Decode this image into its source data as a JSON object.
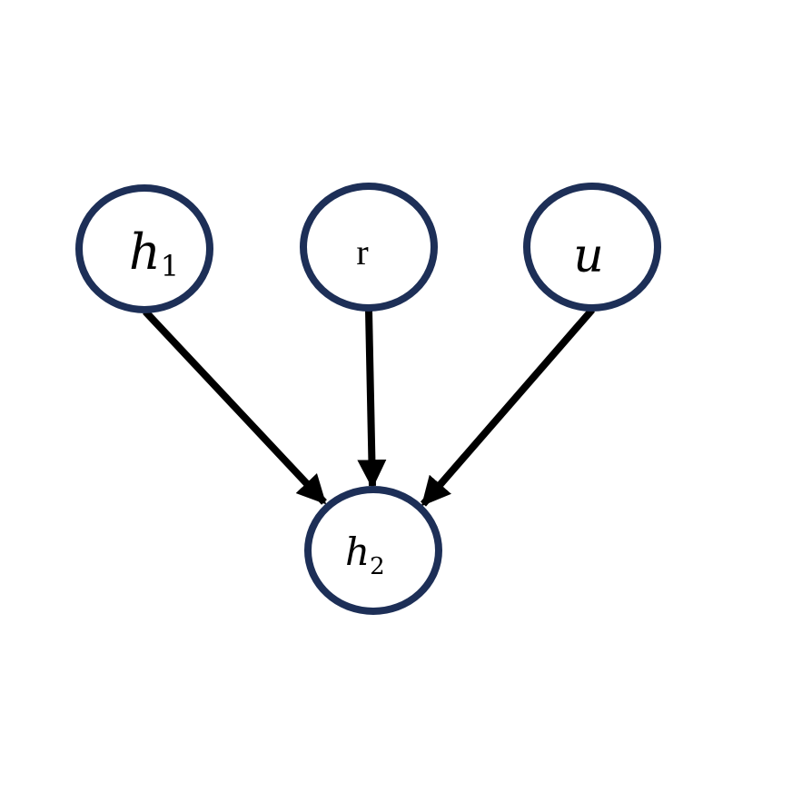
{
  "diagram": {
    "colors": {
      "node_stroke": "#1d2f57",
      "edge_stroke": "#000000",
      "text": "#000000"
    },
    "nodes": {
      "h1": {
        "base": "h",
        "sub": "1"
      },
      "r": {
        "label": "r"
      },
      "u": {
        "label": "u"
      },
      "h2": {
        "base": "h",
        "sub": "2"
      }
    },
    "edges": [
      {
        "from": "h1",
        "to": "h2"
      },
      {
        "from": "r",
        "to": "h2"
      },
      {
        "from": "u",
        "to": "h2"
      }
    ]
  }
}
